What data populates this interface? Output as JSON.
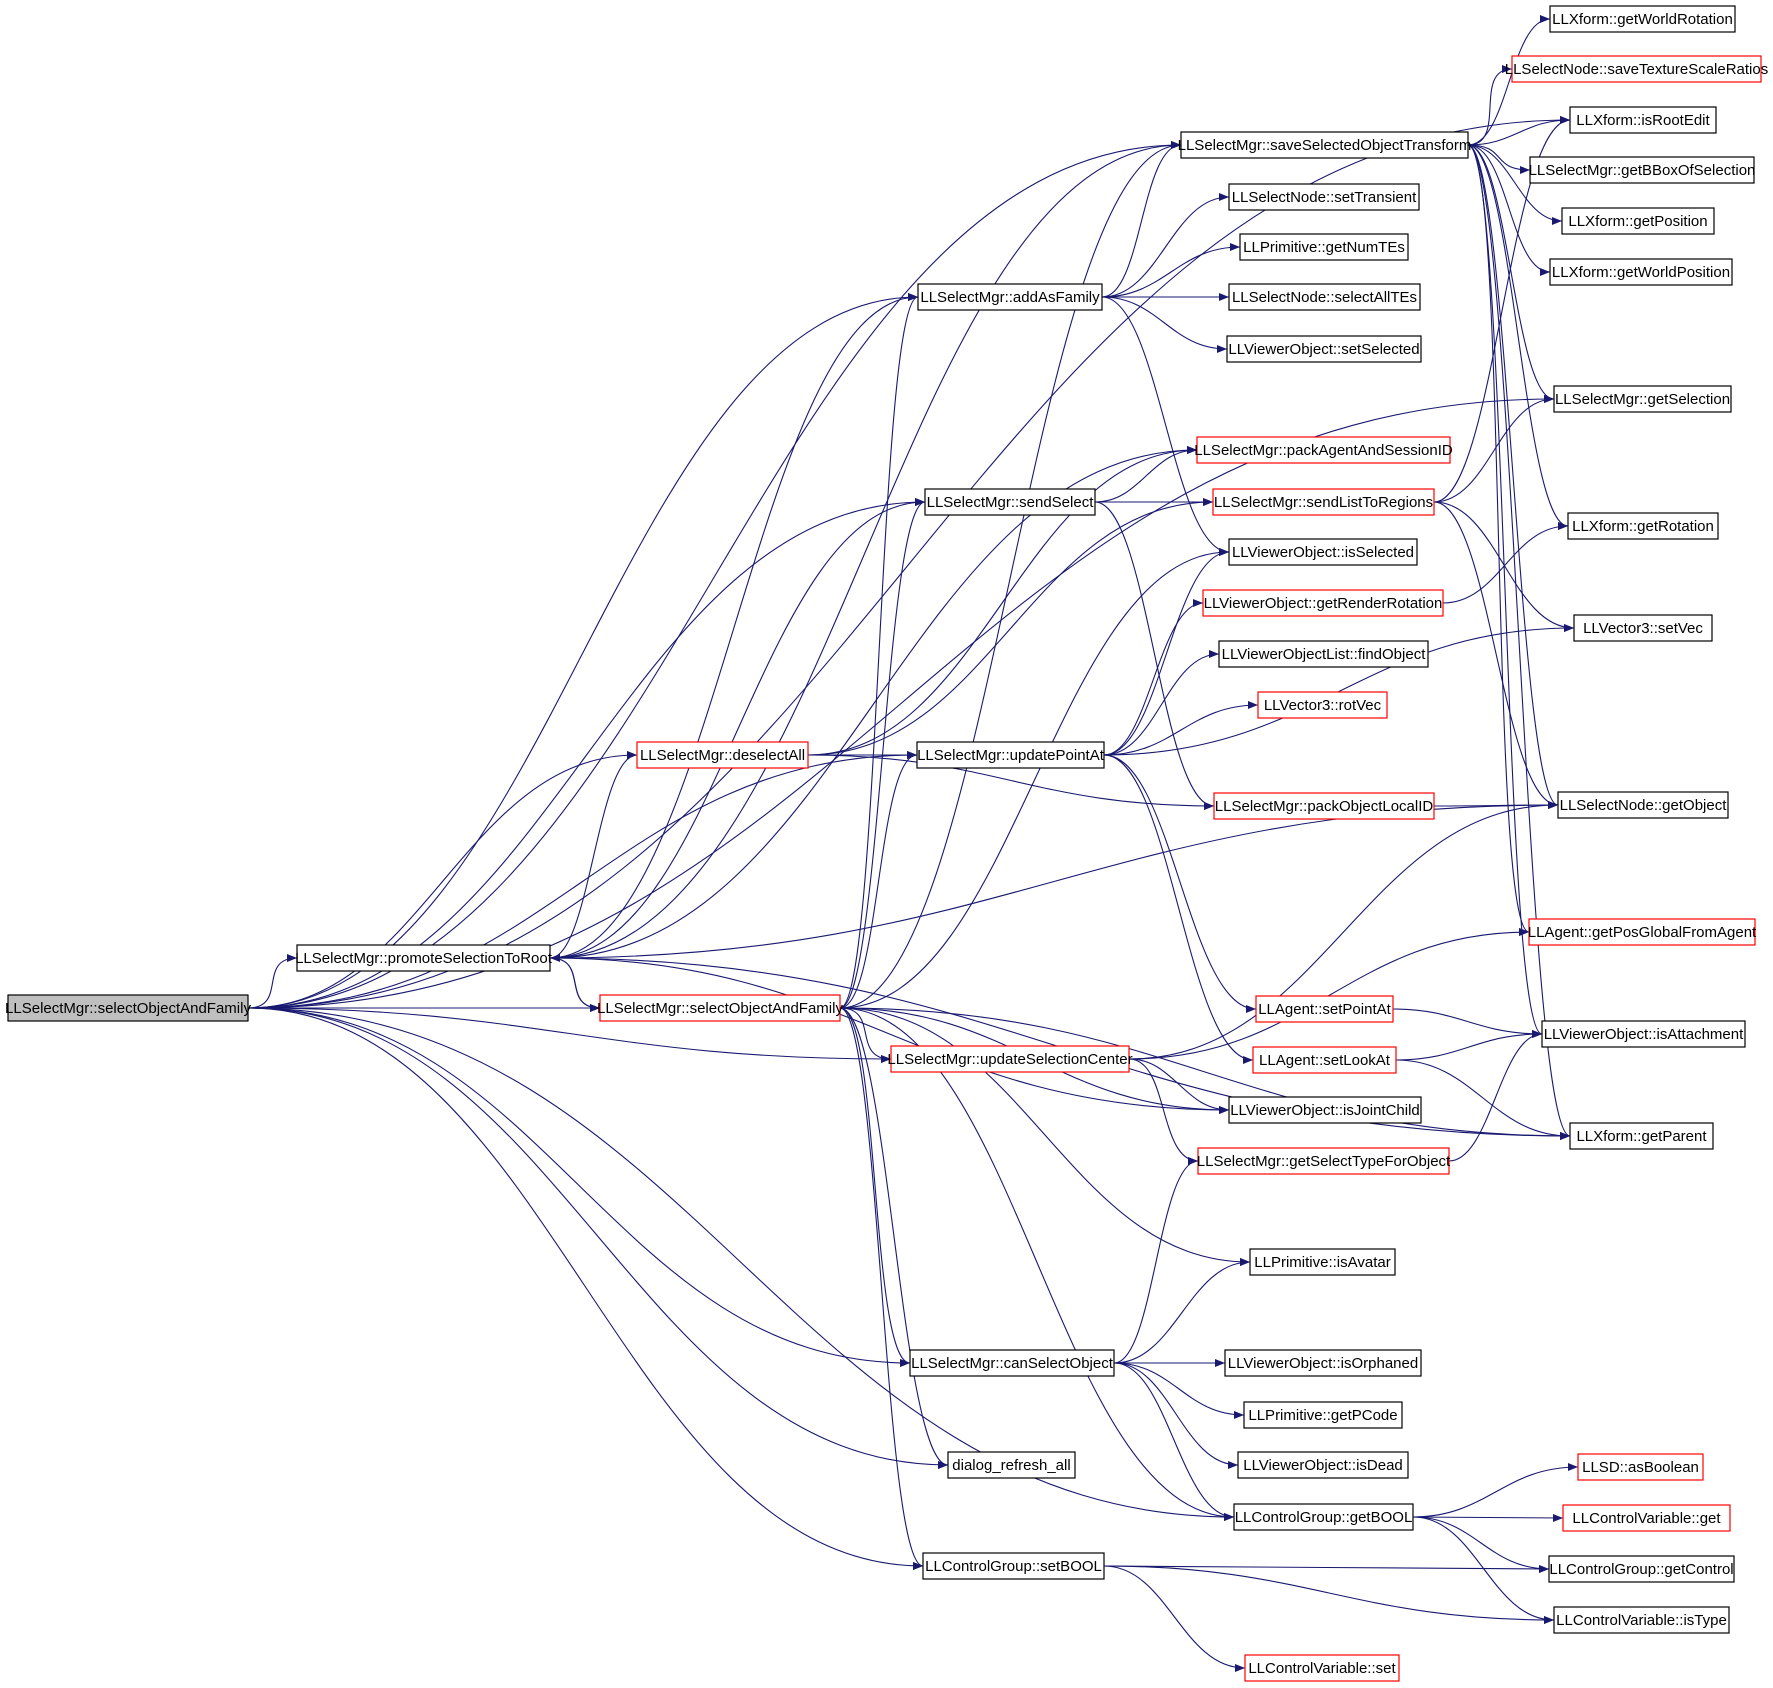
{
  "diagram": {
    "colors": {
      "edge": "#191970",
      "border_default": "#000000",
      "border_truncated": "#ff0000",
      "root_fill": "#bfbfbf",
      "fill": "#ffffff"
    },
    "nodes": [
      {
        "id": "root",
        "label": "LLSelectMgr::selectObjectAndFamily",
        "style": "root"
      },
      {
        "id": "promoteSelectionToRoot",
        "label": "LLSelectMgr::promoteSelectionToRoot",
        "style": "normal"
      },
      {
        "id": "deselectAll",
        "label": "LLSelectMgr::deselectAll",
        "style": "truncated"
      },
      {
        "id": "selectObjectAndFamily2",
        "label": "LLSelectMgr::selectObjectAndFamily",
        "style": "truncated"
      },
      {
        "id": "addAsFamily",
        "label": "LLSelectMgr::addAsFamily",
        "style": "normal"
      },
      {
        "id": "sendSelect",
        "label": "LLSelectMgr::sendSelect",
        "style": "normal"
      },
      {
        "id": "updatePointAt",
        "label": "LLSelectMgr::updatePointAt",
        "style": "normal"
      },
      {
        "id": "updateSelectionCenter",
        "label": "LLSelectMgr::updateSelectionCenter",
        "style": "truncated"
      },
      {
        "id": "canSelectObject",
        "label": "LLSelectMgr::canSelectObject",
        "style": "normal"
      },
      {
        "id": "dialog_refresh_all",
        "label": "dialog_refresh_all",
        "style": "normal"
      },
      {
        "id": "setBOOL",
        "label": "LLControlGroup::setBOOL",
        "style": "normal"
      },
      {
        "id": "saveSelectedObjectTransform",
        "label": "LLSelectMgr::saveSelectedObjectTransform",
        "style": "normal"
      },
      {
        "id": "setTransient",
        "label": "LLSelectNode::setTransient",
        "style": "normal"
      },
      {
        "id": "getNumTEs",
        "label": "LLPrimitive::getNumTEs",
        "style": "normal"
      },
      {
        "id": "selectAllTEs",
        "label": "LLSelectNode::selectAllTEs",
        "style": "normal"
      },
      {
        "id": "setSelected",
        "label": "LLViewerObject::setSelected",
        "style": "normal"
      },
      {
        "id": "packAgentAndSessionID",
        "label": "LLSelectMgr::packAgentAndSessionID",
        "style": "truncated"
      },
      {
        "id": "sendListToRegions",
        "label": "LLSelectMgr::sendListToRegions",
        "style": "truncated"
      },
      {
        "id": "isSelected",
        "label": "LLViewerObject::isSelected",
        "style": "normal"
      },
      {
        "id": "getRenderRotation",
        "label": "LLViewerObject::getRenderRotation",
        "style": "truncated"
      },
      {
        "id": "findObject",
        "label": "LLViewerObjectList::findObject",
        "style": "normal"
      },
      {
        "id": "rotVec",
        "label": "LLVector3::rotVec",
        "style": "truncated"
      },
      {
        "id": "packObjectLocalID",
        "label": "LLSelectMgr::packObjectLocalID",
        "style": "truncated"
      },
      {
        "id": "setPointAt",
        "label": "LLAgent::setPointAt",
        "style": "truncated"
      },
      {
        "id": "setLookAt",
        "label": "LLAgent::setLookAt",
        "style": "truncated"
      },
      {
        "id": "isJointChild",
        "label": "LLViewerObject::isJointChild",
        "style": "normal"
      },
      {
        "id": "getSelectTypeForObject",
        "label": "LLSelectMgr::getSelectTypeForObject",
        "style": "truncated"
      },
      {
        "id": "isAvatar",
        "label": "LLPrimitive::isAvatar",
        "style": "normal"
      },
      {
        "id": "isOrphaned",
        "label": "LLViewerObject::isOrphaned",
        "style": "normal"
      },
      {
        "id": "getPCode",
        "label": "LLPrimitive::getPCode",
        "style": "normal"
      },
      {
        "id": "isDead",
        "label": "LLViewerObject::isDead",
        "style": "normal"
      },
      {
        "id": "getBOOL",
        "label": "LLControlGroup::getBOOL",
        "style": "normal"
      },
      {
        "id": "setCV",
        "label": "LLControlVariable::set",
        "style": "truncated"
      },
      {
        "id": "getWorldRotation",
        "label": "LLXform::getWorldRotation",
        "style": "normal"
      },
      {
        "id": "saveTextureScaleRatios",
        "label": "LLSelectNode::saveTextureScaleRatios",
        "style": "truncated"
      },
      {
        "id": "isRootEdit",
        "label": "LLXform::isRootEdit",
        "style": "normal"
      },
      {
        "id": "getBBoxOfSelection",
        "label": "LLSelectMgr::getBBoxOfSelection",
        "style": "normal"
      },
      {
        "id": "getPosition",
        "label": "LLXform::getPosition",
        "style": "normal"
      },
      {
        "id": "getWorldPosition",
        "label": "LLXform::getWorldPosition",
        "style": "normal"
      },
      {
        "id": "getSelection",
        "label": "LLSelectMgr::getSelection",
        "style": "normal"
      },
      {
        "id": "getRotation",
        "label": "LLXform::getRotation",
        "style": "normal"
      },
      {
        "id": "setVec",
        "label": "LLVector3::setVec",
        "style": "normal"
      },
      {
        "id": "getObject",
        "label": "LLSelectNode::getObject",
        "style": "normal"
      },
      {
        "id": "getPosGlobalFromAgent",
        "label": "LLAgent::getPosGlobalFromAgent",
        "style": "truncated"
      },
      {
        "id": "isAttachment",
        "label": "LLViewerObject::isAttachment",
        "style": "normal"
      },
      {
        "id": "getParent",
        "label": "LLXform::getParent",
        "style": "normal"
      },
      {
        "id": "asBoolean",
        "label": "LLSD::asBoolean",
        "style": "truncated"
      },
      {
        "id": "getCV",
        "label": "LLControlVariable::get",
        "style": "truncated"
      },
      {
        "id": "getControl",
        "label": "LLControlGroup::getControl",
        "style": "normal"
      },
      {
        "id": "isType",
        "label": "LLControlVariable::isType",
        "style": "normal"
      }
    ],
    "edges": [
      [
        "root",
        "promoteSelectionToRoot"
      ],
      [
        "root",
        "deselectAll"
      ],
      [
        "root",
        "selectObjectAndFamily2"
      ],
      [
        "root",
        "addAsFamily"
      ],
      [
        "root",
        "sendSelect"
      ],
      [
        "root",
        "updatePointAt"
      ],
      [
        "root",
        "updateSelectionCenter"
      ],
      [
        "root",
        "canSelectObject"
      ],
      [
        "root",
        "dialog_refresh_all"
      ],
      [
        "root",
        "setBOOL"
      ],
      [
        "root",
        "saveSelectedObjectTransform"
      ],
      [
        "root",
        "getSelection"
      ],
      [
        "root",
        "isRootEdit"
      ],
      [
        "root",
        "getBOOL"
      ],
      [
        "promoteSelectionToRoot",
        "deselectAll"
      ],
      [
        "promoteSelectionToRoot",
        "selectObjectAndFamily2"
      ],
      [
        "promoteSelectionToRoot",
        "addAsFamily"
      ],
      [
        "promoteSelectionToRoot",
        "sendSelect"
      ],
      [
        "promoteSelectionToRoot",
        "packAgentAndSessionID"
      ],
      [
        "promoteSelectionToRoot",
        "getObject"
      ],
      [
        "promoteSelectionToRoot",
        "getParent"
      ],
      [
        "promoteSelectionToRoot",
        "isJointChild"
      ],
      [
        "promoteSelectionToRoot",
        "saveSelectedObjectTransform"
      ],
      [
        "deselectAll",
        "updatePointAt"
      ],
      [
        "deselectAll",
        "packObjectLocalID"
      ],
      [
        "deselectAll",
        "sendListToRegions"
      ],
      [
        "deselectAll",
        "packAgentAndSessionID"
      ],
      [
        "selectObjectAndFamily2",
        "promoteSelectionToRoot"
      ],
      [
        "selectObjectAndFamily2",
        "updateSelectionCenter"
      ],
      [
        "selectObjectAndFamily2",
        "addAsFamily"
      ],
      [
        "selectObjectAndFamily2",
        "sendSelect"
      ],
      [
        "selectObjectAndFamily2",
        "updatePointAt"
      ],
      [
        "selectObjectAndFamily2",
        "canSelectObject"
      ],
      [
        "selectObjectAndFamily2",
        "dialog_refresh_all"
      ],
      [
        "selectObjectAndFamily2",
        "setBOOL"
      ],
      [
        "selectObjectAndFamily2",
        "getBOOL"
      ],
      [
        "selectObjectAndFamily2",
        "isAvatar"
      ],
      [
        "selectObjectAndFamily2",
        "isJointChild"
      ],
      [
        "selectObjectAndFamily2",
        "getParent"
      ],
      [
        "selectObjectAndFamily2",
        "saveSelectedObjectTransform"
      ],
      [
        "selectObjectAndFamily2",
        "isSelected"
      ],
      [
        "addAsFamily",
        "setTransient"
      ],
      [
        "addAsFamily",
        "getNumTEs"
      ],
      [
        "addAsFamily",
        "selectAllTEs"
      ],
      [
        "addAsFamily",
        "setSelected"
      ],
      [
        "addAsFamily",
        "isSelected"
      ],
      [
        "addAsFamily",
        "saveSelectedObjectTransform"
      ],
      [
        "sendSelect",
        "packAgentAndSessionID"
      ],
      [
        "sendSelect",
        "sendListToRegions"
      ],
      [
        "sendSelect",
        "packObjectLocalID"
      ],
      [
        "updatePointAt",
        "isSelected"
      ],
      [
        "updatePointAt",
        "getRenderRotation"
      ],
      [
        "updatePointAt",
        "findObject"
      ],
      [
        "updatePointAt",
        "rotVec"
      ],
      [
        "updatePointAt",
        "setVec"
      ],
      [
        "updatePointAt",
        "setPointAt"
      ],
      [
        "updatePointAt",
        "setLookAt"
      ],
      [
        "updateSelectionCenter",
        "getObject"
      ],
      [
        "updateSelectionCenter",
        "getPosGlobalFromAgent"
      ],
      [
        "updateSelectionCenter",
        "isJointChild"
      ],
      [
        "updateSelectionCenter",
        "getSelectTypeForObject"
      ],
      [
        "canSelectObject",
        "isOrphaned"
      ],
      [
        "canSelectObject",
        "getPCode"
      ],
      [
        "canSelectObject",
        "isDead"
      ],
      [
        "canSelectObject",
        "getBOOL"
      ],
      [
        "canSelectObject",
        "isAvatar"
      ],
      [
        "canSelectObject",
        "getSelectTypeForObject"
      ],
      [
        "setBOOL",
        "getControl"
      ],
      [
        "setBOOL",
        "isType"
      ],
      [
        "setBOOL",
        "setCV"
      ],
      [
        "saveSelectedObjectTransform",
        "getWorldRotation"
      ],
      [
        "saveSelectedObjectTransform",
        "saveTextureScaleRatios"
      ],
      [
        "saveSelectedObjectTransform",
        "isRootEdit"
      ],
      [
        "saveSelectedObjectTransform",
        "getBBoxOfSelection"
      ],
      [
        "saveSelectedObjectTransform",
        "getPosition"
      ],
      [
        "saveSelectedObjectTransform",
        "getWorldPosition"
      ],
      [
        "saveSelectedObjectTransform",
        "getSelection"
      ],
      [
        "saveSelectedObjectTransform",
        "getRotation"
      ],
      [
        "saveSelectedObjectTransform",
        "getObject"
      ],
      [
        "saveSelectedObjectTransform",
        "getPosGlobalFromAgent"
      ],
      [
        "saveSelectedObjectTransform",
        "isAttachment"
      ],
      [
        "saveSelectedObjectTransform",
        "getParent"
      ],
      [
        "sendListToRegions",
        "getSelection"
      ],
      [
        "sendListToRegions",
        "setVec"
      ],
      [
        "sendListToRegions",
        "getObject"
      ],
      [
        "sendListToRegions",
        "isRootEdit"
      ],
      [
        "getRenderRotation",
        "getRotation"
      ],
      [
        "packObjectLocalID",
        "getObject"
      ],
      [
        "setPointAt",
        "isAttachment"
      ],
      [
        "setLookAt",
        "isAttachment"
      ],
      [
        "setLookAt",
        "getParent"
      ],
      [
        "getSelectTypeForObject",
        "isAttachment"
      ],
      [
        "getBOOL",
        "asBoolean"
      ],
      [
        "getBOOL",
        "getCV"
      ],
      [
        "getBOOL",
        "getControl"
      ],
      [
        "getBOOL",
        "isType"
      ]
    ]
  }
}
